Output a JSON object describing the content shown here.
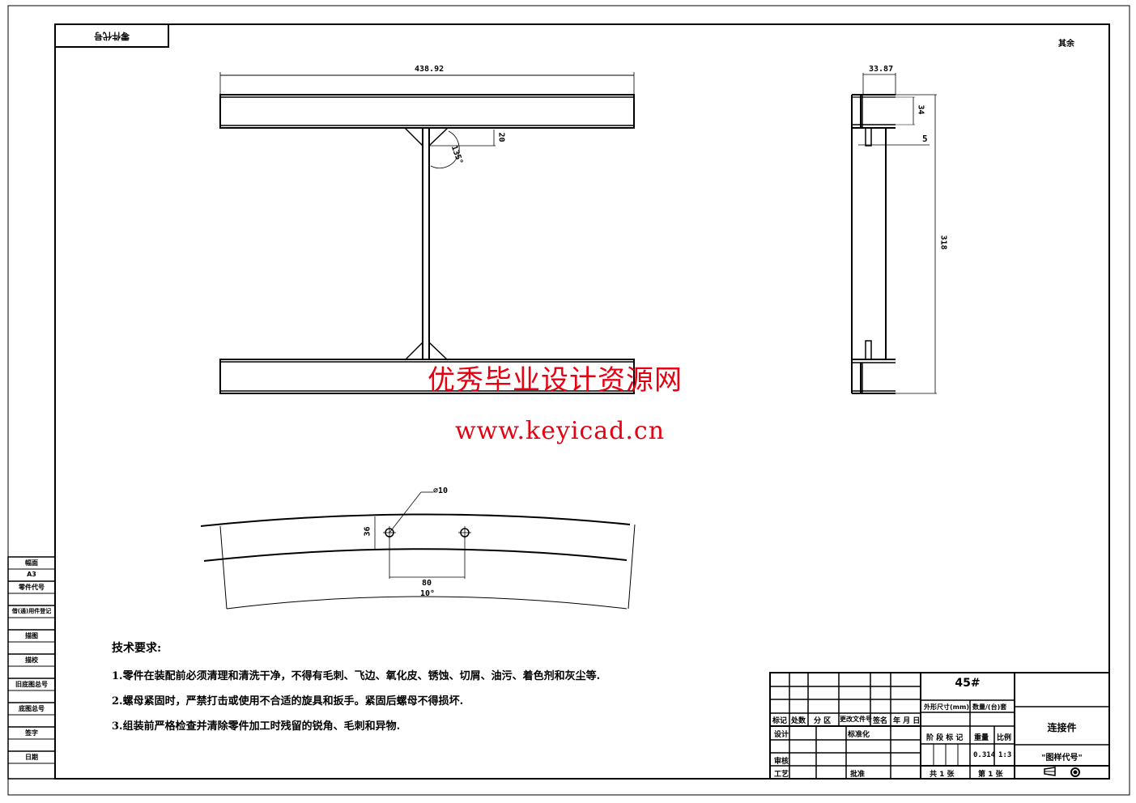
{
  "drawing": {
    "top_left_box_label": "零件代号",
    "top_right_label": "其余",
    "front_view": {
      "width_dim": "438.92",
      "stiffener_offset_dim": "20",
      "angle_dim": "135°"
    },
    "side_view": {
      "flange_width_dim": "33.87",
      "flange_height_dim": "34",
      "gap_dim": "5",
      "height_dim": "318"
    },
    "arc_view": {
      "hole_dim": "⌀10",
      "edge_offset_dim": "36",
      "hole_spacing_dim": "80",
      "arc_angle_dim": "10°"
    },
    "tech_requirements": {
      "title": "技术要求:",
      "items": [
        "1.零件在装配前必须清理和清洗干净，不得有毛刺、飞边、氧化皮、锈蚀、切屑、油污、着色剂和灰尘等.",
        "2.螺母紧固时，严禁打击或使用不合适的旋具和扳手。紧固后螺母不得损坏.",
        "3.组装前严格检查并清除零件加工时残留的锐角、毛刺和异物."
      ]
    }
  },
  "side_strip": {
    "items": [
      "幅面",
      "A3",
      "零件代号",
      "借(通)用件登记",
      "描图",
      "描校",
      "旧底图总号",
      "底图总号",
      "签字",
      "日期"
    ]
  },
  "title_block": {
    "material": "45#",
    "part_name": "连接件",
    "drawing_code": "\"图样代号\"",
    "change_headers": [
      "标记",
      "处数",
      "分 区",
      "更改文件号",
      "签名",
      "年 月 日"
    ],
    "roles": {
      "design": "设计",
      "standardize": "标准化",
      "review": "审核",
      "process": "工艺",
      "approve": "批准"
    },
    "outline_size_label": "外形尺寸(mm)",
    "qty_label": "数量/(台)套",
    "stage_mark_label": "阶 段 标 记",
    "weight_label": "重量",
    "scale_label": "比例",
    "weight_value": "0.314",
    "scale_value": "1:3",
    "total_sheets": "共 1 张",
    "sheet_no": "第 1 张"
  },
  "watermark": {
    "title": "优秀毕业设计资源网",
    "url": "www.keyicad.cn",
    "color": "#e60012"
  }
}
